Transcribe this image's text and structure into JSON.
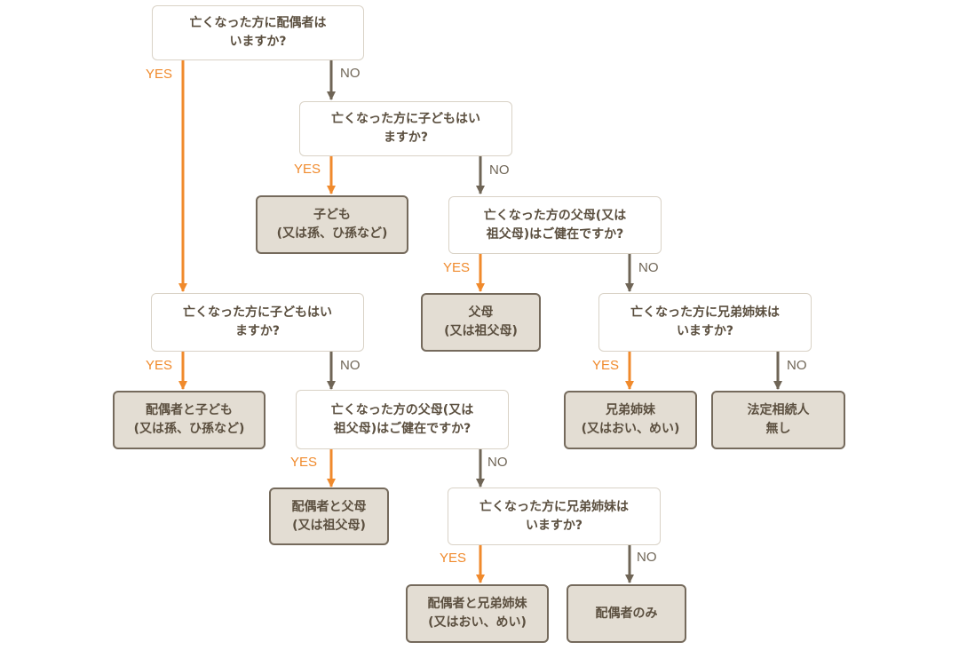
{
  "colors": {
    "yes": "#f08a2c",
    "no": "#6f6556",
    "question_border": "#d9d2c6",
    "result_fill": "#e3ddd3",
    "result_border": "#756a5c",
    "text": "#5b4f3f"
  },
  "labels": {
    "yes": "YES",
    "no": "NO"
  },
  "questions": {
    "q1": "亡くなった方に配偶者は\nいますか?",
    "q2": "亡くなった方に子どもはい\nますか?",
    "q3": "亡くなった方の父母(又は\n祖父母)はご健在ですか?",
    "q4": "亡くなった方に兄弟姉妹は\nいますか?",
    "q5": "亡くなった方に子どもはい\nますか?",
    "q6": "亡くなった方の父母(又は\n祖父母)はご健在ですか?",
    "q7": "亡くなった方に兄弟姉妹は\nいますか?"
  },
  "results": {
    "r1": "子ども\n(又は孫、ひ孫など)",
    "r2": "父母\n(又は祖父母)",
    "r3": "兄弟姉妹\n(又はおい、めい)",
    "r4": "法定相続人\n無し",
    "r5": "配偶者と子ども\n(又は孫、ひ孫など)",
    "r6": "配偶者と父母\n(又は祖父母)",
    "r7": "配偶者と兄弟姉妹\n(又はおい、めい)",
    "r8": "配偶者のみ"
  }
}
